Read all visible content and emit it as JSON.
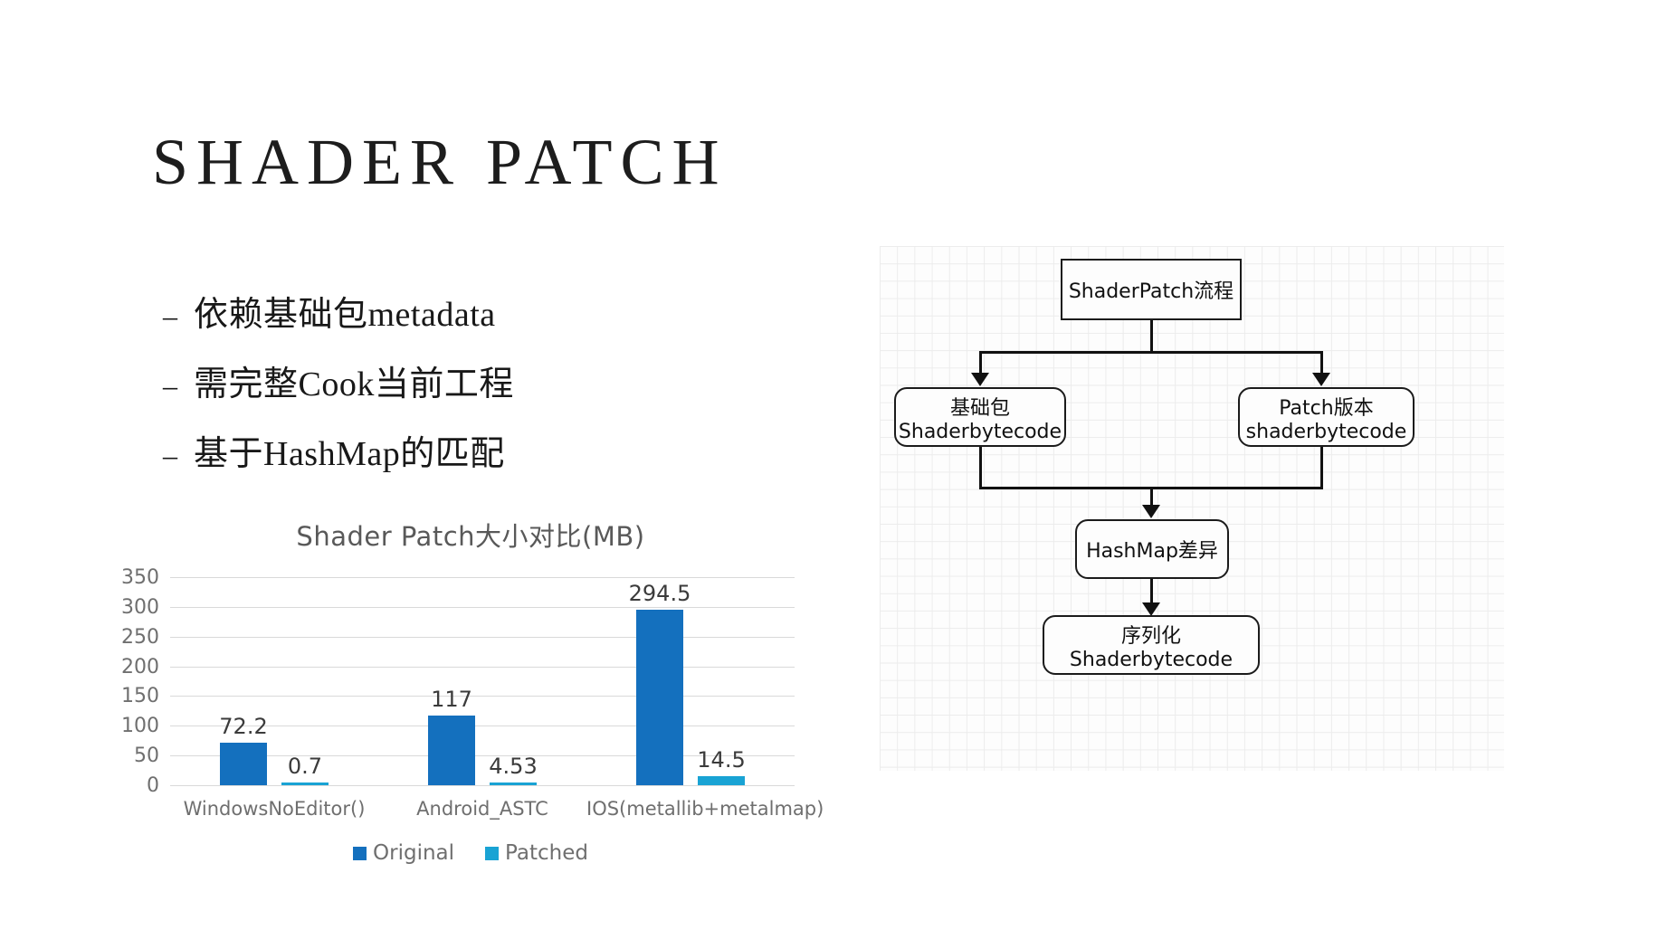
{
  "slide": {
    "title": "SHADER  PATCH",
    "bullet_marker": "–",
    "bullets": [
      "依赖基础包metadata",
      "需完整Cook当前工程",
      "基于HashMap的匹配"
    ]
  },
  "chart_data": {
    "type": "bar",
    "title": "Shader Patch大小对比(MB)",
    "categories": [
      "WindowsNoEditor()",
      "Android_ASTC",
      "IOS(metallib+metalmap)"
    ],
    "series": [
      {
        "name": "Original",
        "color": "#1470BE",
        "values": [
          72.2,
          117,
          294.5
        ]
      },
      {
        "name": "Patched",
        "color": "#19A3D4",
        "values": [
          0.7,
          4.53,
          14.5
        ]
      }
    ],
    "value_labels": {
      "original": [
        "72.2",
        "117",
        "294.5"
      ],
      "patched": [
        "0.7",
        "4.53",
        "14.5"
      ]
    },
    "yticks": [
      "350",
      "300",
      "250",
      "200",
      "150",
      "100",
      "50",
      "0"
    ],
    "ylim": [
      0,
      350
    ],
    "xlabel": "",
    "ylabel": "",
    "grid": true,
    "legend_position": "bottom"
  },
  "flowchart": {
    "nodes": [
      {
        "id": "start",
        "label": "ShaderPatch流程",
        "shape": "rect"
      },
      {
        "id": "base",
        "label": "基础包Shaderbytecode",
        "shape": "rounded"
      },
      {
        "id": "patch",
        "label": "Patch版本shaderbytecode",
        "shape": "rounded"
      },
      {
        "id": "diff",
        "label": "HashMap差异",
        "shape": "rounded"
      },
      {
        "id": "serialize",
        "label": "序列化Shaderbytecode",
        "shape": "rounded"
      }
    ]
  }
}
